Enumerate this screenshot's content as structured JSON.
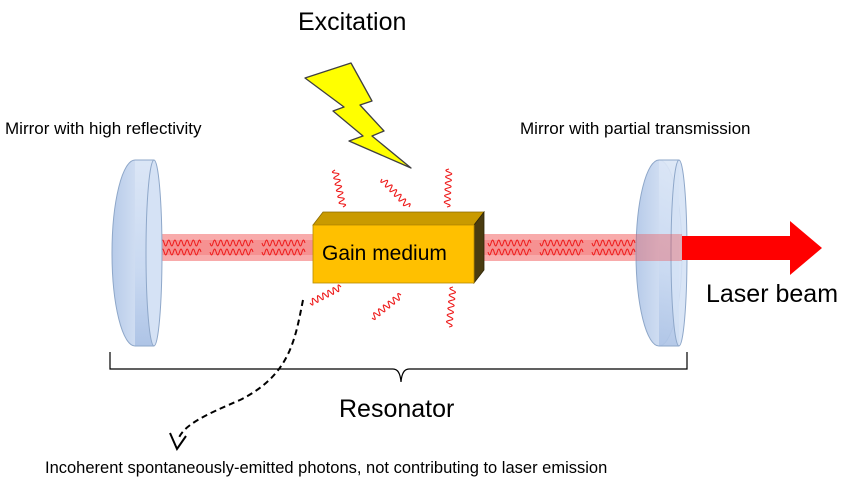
{
  "labels": {
    "excitation": "Excitation",
    "mirror_high": "Mirror with high reflectivity",
    "mirror_partial": "Mirror with partial transmission",
    "gain_medium": "Gain medium",
    "laser_beam": "Laser beam",
    "resonator": "Resonator",
    "incoherent_photons": "Incoherent spontaneously-emitted photons, not contributing to laser emission"
  },
  "colors": {
    "beam": "#f04545",
    "laser_arrow": "#ff0000",
    "photon_wave": "#ee1c1c",
    "mirror_fill": "#c9d9f1",
    "mirror_stroke": "#8ea7c9",
    "gain_front": "#ffc000",
    "gain_top": "#c99a00",
    "gain_side": "#4a3c10",
    "lightning": "#ffff00",
    "lightning_stroke": "#404040",
    "text": "#000000"
  },
  "icons": {
    "excitation": "lightning-bolt-icon",
    "laser_output": "arrow-right-icon",
    "emission_pointer": "dashed-curved-arrow-icon"
  }
}
